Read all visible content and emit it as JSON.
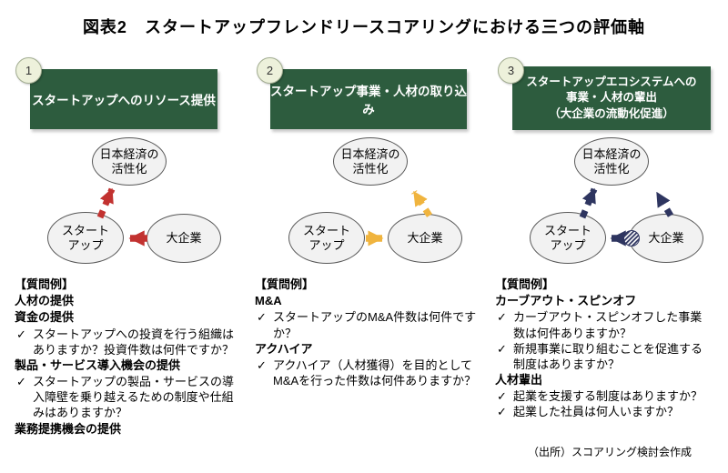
{
  "title": "図表2　スタートアップフレンドリースコアリングにおける三つの評価軸",
  "source": "（出所）スコアリング検討会作成",
  "icons": {
    "check": "✓"
  },
  "colors": {
    "header_green": "#2d5c3e",
    "badge_fill": "#edf1db",
    "badge_border": "#a3ae92",
    "ellipse_fill": "#f2f2f2",
    "ellipse_border": "#595959",
    "arrow_red": "#c23230",
    "arrow_yellow": "#f0b43e",
    "arrow_navy": "#2e3560"
  },
  "columns": [
    {
      "number": "1",
      "header": "スタートアップへのリソース提供",
      "nodes": {
        "top": "日本経済の\n活性化",
        "left": "スタート\nアップ",
        "right": "大企業"
      },
      "questions_label": "【質問例】",
      "items": [
        {
          "type": "heading",
          "text": "人材の提供"
        },
        {
          "type": "heading",
          "text": "資金の提供"
        },
        {
          "type": "check",
          "text": "スタートアップへの投資を行う組織はありますか？投資件数は何件ですか？"
        },
        {
          "type": "heading",
          "text": "製品・サービス導入機会の提供"
        },
        {
          "type": "check",
          "text": "スタートアップの製品・サービスの導入障壁を乗り越えるための制度や仕組みはありますか？"
        },
        {
          "type": "heading",
          "text": "業務提携機会の提供"
        }
      ]
    },
    {
      "number": "2",
      "header": "スタートアップ事業・人材の取り込み",
      "nodes": {
        "top": "日本経済の\n活性化",
        "left": "スタート\nアップ",
        "right": "大企業"
      },
      "questions_label": "【質問例】",
      "items": [
        {
          "type": "heading",
          "text": "M&A"
        },
        {
          "type": "check",
          "text": "スタートアップのM&A件数は何件ですか？"
        },
        {
          "type": "heading",
          "text": "アクハイア"
        },
        {
          "type": "check",
          "text": "アクハイア（人材獲得）を目的としてM&Aを行った件数は何件ありますか？"
        }
      ]
    },
    {
      "number": "3",
      "header": "スタートアップエコシステムへの\n事業・人材の輩出\n（大企業の流動化促進）",
      "nodes": {
        "top": "日本経済の\n活性化",
        "left": "スタート\nアップ",
        "right": "大企業"
      },
      "questions_label": "【質問例】",
      "items": [
        {
          "type": "heading",
          "text": "カーブアウト・スピンオフ"
        },
        {
          "type": "check",
          "text": "カーブアウト・スピンオフした事業数は何件ありますか？"
        },
        {
          "type": "check",
          "text": "新規事業に取り組むことを促進する制度はありますか？"
        },
        {
          "type": "heading",
          "text": "人材輩出"
        },
        {
          "type": "check",
          "text": "起業を支援する制度はありますか？"
        },
        {
          "type": "check",
          "text": "起業した社員は何人いますか？"
        }
      ]
    }
  ]
}
